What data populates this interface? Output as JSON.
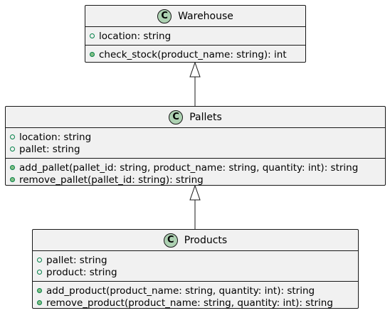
{
  "diagram": {
    "classes": [
      {
        "id": "warehouse",
        "badge": "C",
        "name": "Warehouse",
        "attributes": [
          "location: string"
        ],
        "methods": [
          "check_stock(product_name: string): int"
        ]
      },
      {
        "id": "pallets",
        "badge": "C",
        "name": "Pallets",
        "attributes": [
          "location: string",
          "pallet: string"
        ],
        "methods": [
          "add_pallet(pallet_id: string, product_name: string, quantity: int): string",
          "remove_pallet(pallet_id: string): string"
        ]
      },
      {
        "id": "products",
        "badge": "C",
        "name": "Products",
        "attributes": [
          "pallet: string",
          "product: string"
        ],
        "methods": [
          "add_product(product_name: string, quantity: int): string",
          "remove_product(product_name: string, quantity: int): string"
        ]
      }
    ],
    "relations": [
      {
        "type": "inheritance",
        "from": "pallets",
        "to": "warehouse"
      },
      {
        "type": "inheritance",
        "from": "products",
        "to": "pallets"
      }
    ],
    "colors": {
      "class_fill": "#f1f1f1",
      "border": "#181818",
      "badge_fill": "#add1b2",
      "visibility_public": "#038048"
    }
  }
}
